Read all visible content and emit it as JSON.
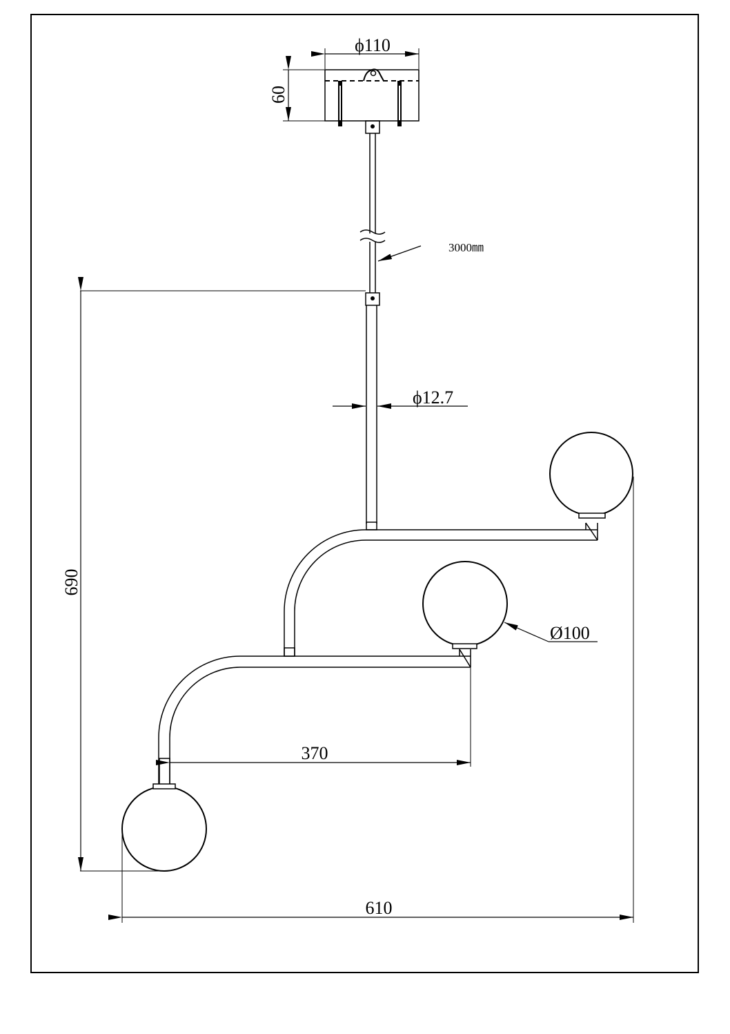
{
  "drawing": {
    "dimensions": {
      "canopy_diameter": "ϕ110",
      "canopy_height": "60",
      "cable_length": "3000㎜",
      "rod_diameter": "ϕ12.7",
      "total_height": "690",
      "globe_diameter": "Ø100",
      "arm_span": "370",
      "total_width": "610"
    }
  }
}
